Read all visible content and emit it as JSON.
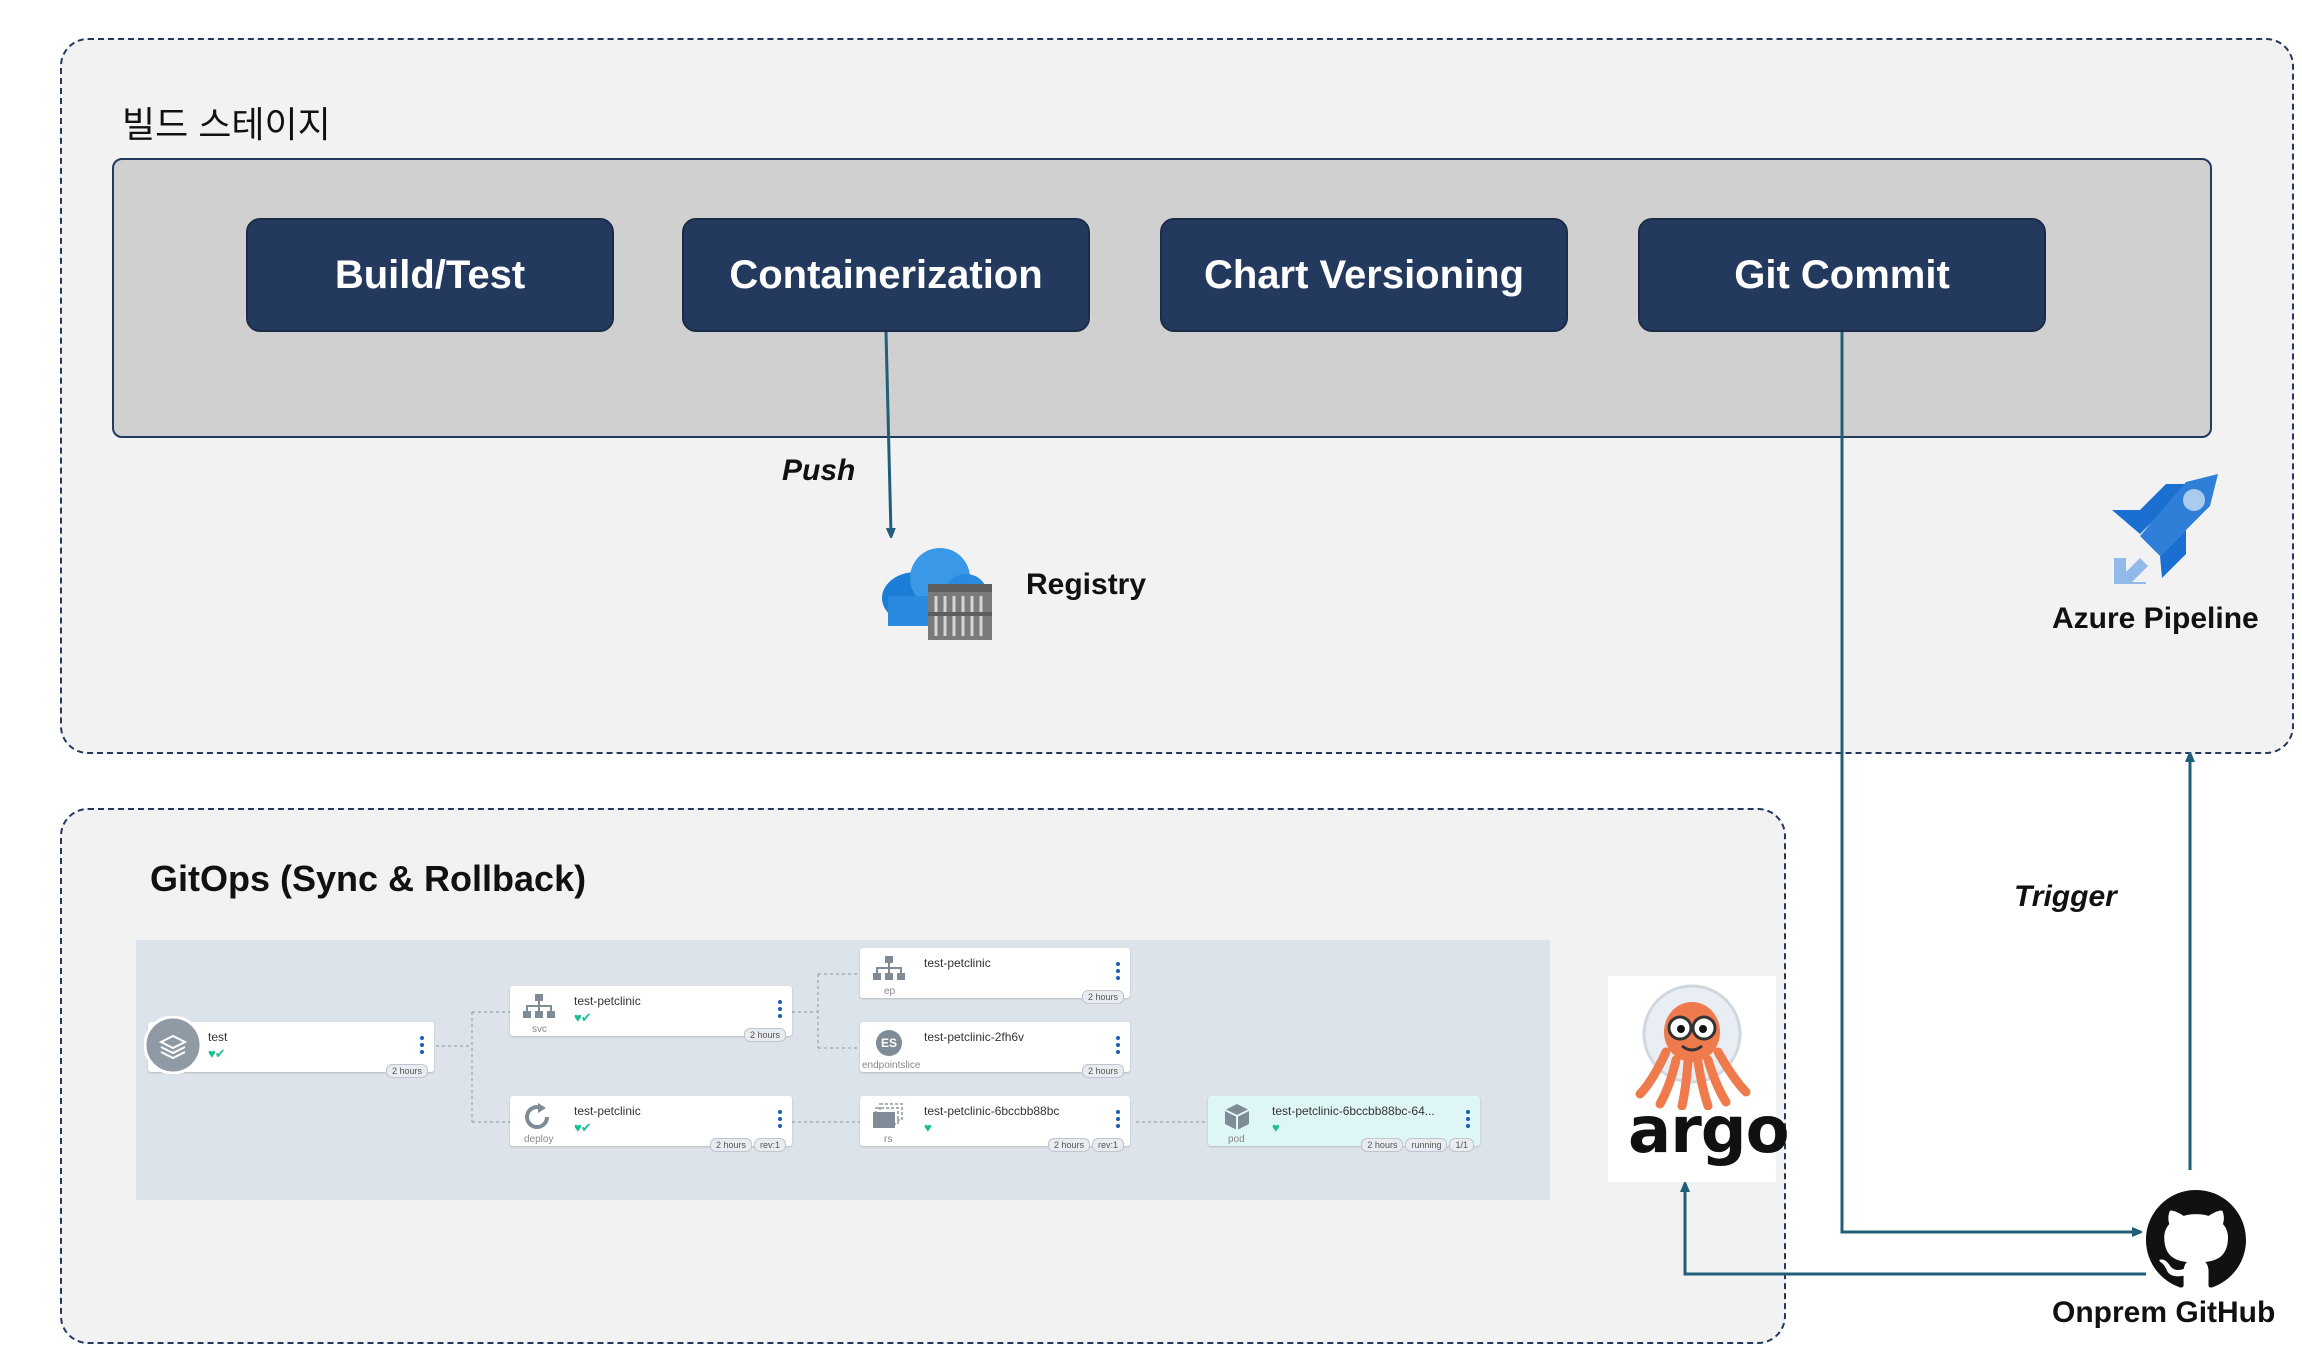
{
  "build_stage": {
    "title": "빌드 스테이지",
    "steps": [
      {
        "label": "Build/Test"
      },
      {
        "label": "Containerization"
      },
      {
        "label": "Chart Versioning"
      },
      {
        "label": "Git Commit"
      }
    ],
    "push_label": "Push",
    "registry_label": "Registry",
    "pipeline_label": "Azure Pipeline"
  },
  "gitops": {
    "title": "GitOps (Sync & Rollback)",
    "nodes": [
      {
        "name": "test",
        "kind": "",
        "tags": [
          "2 hours"
        ]
      },
      {
        "name": "test-petclinic",
        "kind": "svc",
        "tags": [
          "2 hours"
        ]
      },
      {
        "name": "test-petclinic",
        "kind": "deploy",
        "tags": [
          "2 hours",
          "rev:1"
        ]
      },
      {
        "name": "test-petclinic",
        "kind": "ep",
        "tags": [
          "2 hours"
        ]
      },
      {
        "name": "test-petclinic-2fh6v",
        "kind": "endpointslice",
        "tags": [
          "2 hours"
        ]
      },
      {
        "name": "test-petclinic-6bccbb88bc",
        "kind": "rs",
        "tags": [
          "2 hours",
          "rev:1"
        ]
      },
      {
        "name": "test-petclinic-6bccbb88bc-64...",
        "kind": "pod",
        "tags": [
          "2 hours",
          "running",
          "1/1"
        ]
      }
    ],
    "es_badge": "ES",
    "argo_label": "argo"
  },
  "trigger_label": "Trigger",
  "github_label": "Onprem GitHub",
  "colors": {
    "navy": "#23395d",
    "arrow": "#1f5f7a",
    "health": "#18be94",
    "argo_orange": "#ef7b4d",
    "azure_blue": "#2f7fd8"
  },
  "icons": [
    "registry-cloud-icon",
    "azure-pipelines-icon",
    "github-icon",
    "argo-octopus-icon"
  ]
}
